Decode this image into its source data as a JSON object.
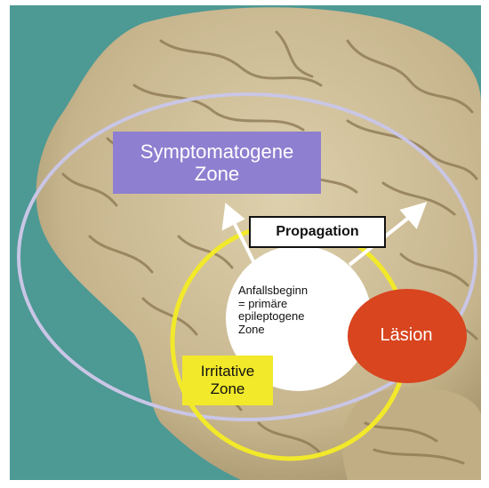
{
  "diagram": {
    "symptomatogenic_zone": [
      "Symptomatogene",
      "Zone"
    ],
    "propagation": "Propagation",
    "seizure_onset": [
      "Anfallsbeginn",
      "= primäre",
      "epileptogene",
      "Zone"
    ],
    "lesion": "Läsion",
    "irritative_zone": [
      "Irritative",
      "Zone"
    ]
  },
  "colors": {
    "background": "#4d9994",
    "brain": "#c9b892",
    "symptomatogenic_ring": "#c9c6e6",
    "symptomatogenic_box": "#8f7fd0",
    "irritative_ring": "#f2e92a",
    "onset_zone": "#ffffff",
    "lesion": "#d8451f",
    "arrows": "#ffffff"
  }
}
